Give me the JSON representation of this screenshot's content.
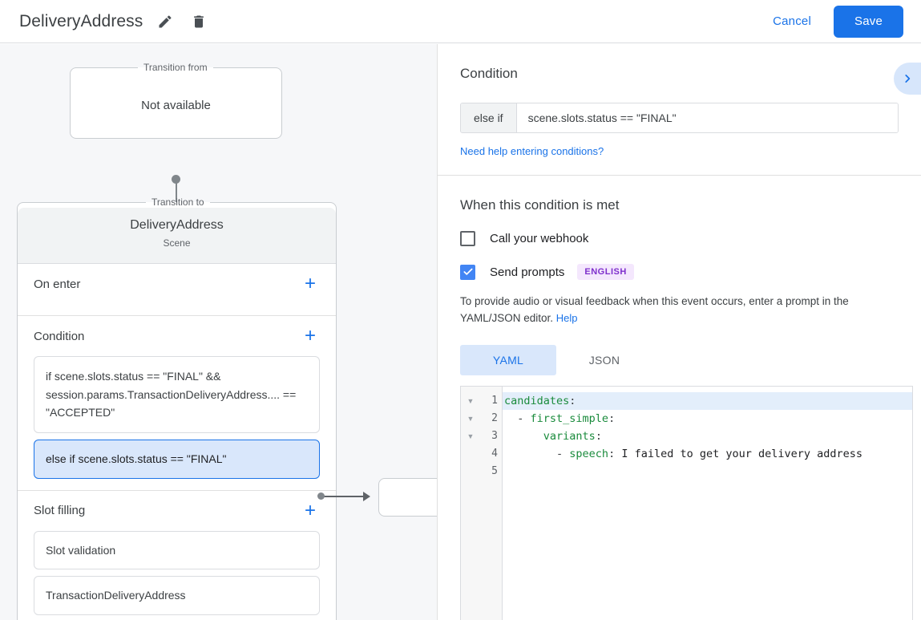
{
  "header": {
    "title": "DeliveryAddress",
    "edit_icon": "pencil-icon",
    "delete_icon": "trash-icon",
    "cancel_label": "Cancel",
    "save_label": "Save",
    "accent_color": "#1a73e8"
  },
  "canvas": {
    "from": {
      "legend": "Transition from",
      "value": "Not available"
    },
    "to": {
      "legend": "Transition to",
      "name": "DeliveryAddress",
      "subtitle": "Scene",
      "sections": [
        {
          "title": "On enter",
          "add_label": "+",
          "items": []
        },
        {
          "title": "Condition",
          "add_label": "+",
          "items": [
            {
              "text": "if scene.slots.status == \"FINAL\" && session.params.TransactionDeliveryAddress.... == \"ACCEPTED\"",
              "selected": false
            },
            {
              "text": "else if scene.slots.status == \"FINAL\"",
              "selected": true
            }
          ]
        },
        {
          "title": "Slot filling",
          "add_label": "+",
          "items": [
            {
              "text": "Slot validation",
              "selected": false
            },
            {
              "text": "TransactionDeliveryAddress",
              "selected": false
            }
          ]
        }
      ]
    },
    "next_node": {
      "text": ""
    }
  },
  "panel": {
    "condition": {
      "heading": "Condition",
      "prefix": "else if",
      "expression": "scene.slots.status == \"FINAL\"",
      "help_link": "Need help entering conditions?",
      "collapse_icon": "chevron-right-icon"
    },
    "when_met": {
      "heading": "When this condition is met",
      "webhook": {
        "label": "Call your webhook",
        "checked": false
      },
      "send_prompts": {
        "label": "Send prompts",
        "checked": true,
        "badge": "ENGLISH",
        "badge_bg": "#f4e7fd",
        "badge_color": "#7e2fcc"
      },
      "description_text": "To provide audio or visual feedback when this event occurs, enter a prompt in the YAML/JSON editor. ",
      "description_link": "Help",
      "tabs": [
        {
          "label": "YAML",
          "active": true
        },
        {
          "label": "JSON",
          "active": false
        }
      ],
      "editor": {
        "language": "yaml",
        "line_numbers": [
          "1",
          "2",
          "3",
          "4",
          "5"
        ],
        "folds": [
          true,
          true,
          true,
          false,
          false
        ],
        "highlighted_line": 1,
        "lines": [
          [
            {
              "t": "candidates",
              "c": "key"
            },
            {
              "t": ":",
              "c": "plain"
            }
          ],
          [
            {
              "t": "  - ",
              "c": "plain"
            },
            {
              "t": "first_simple",
              "c": "key"
            },
            {
              "t": ":",
              "c": "plain"
            }
          ],
          [
            {
              "t": "      ",
              "c": "plain"
            },
            {
              "t": "variants",
              "c": "key"
            },
            {
              "t": ":",
              "c": "plain"
            }
          ],
          [
            {
              "t": "        - ",
              "c": "plain"
            },
            {
              "t": "speech",
              "c": "key"
            },
            {
              "t": ": ",
              "c": "plain"
            },
            {
              "t": "I failed to get your delivery address",
              "c": "value"
            }
          ],
          [
            {
              "t": "",
              "c": "plain"
            }
          ]
        ]
      }
    }
  }
}
